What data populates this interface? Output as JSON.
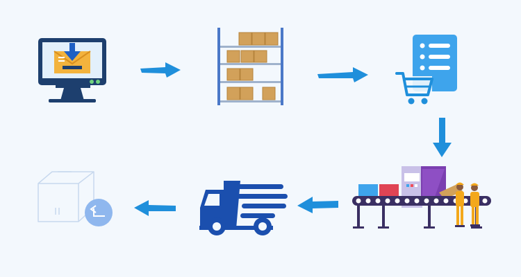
{
  "diagram": {
    "layout": "process-flow",
    "steps": [
      {
        "id": "order-received",
        "icon": "email-download-monitor-icon"
      },
      {
        "id": "warehouse-inventory",
        "icon": "warehouse-shelf-icon"
      },
      {
        "id": "order-list",
        "icon": "shopping-cart-checklist-icon"
      },
      {
        "id": "production-packing",
        "icon": "conveyor-belt-workers-icon"
      },
      {
        "id": "shipping",
        "icon": "delivery-truck-icon"
      },
      {
        "id": "return",
        "icon": "box-return-icon"
      }
    ],
    "connections": [
      {
        "from": "order-received",
        "to": "warehouse-inventory",
        "direction": "right"
      },
      {
        "from": "warehouse-inventory",
        "to": "order-list",
        "direction": "right"
      },
      {
        "from": "order-list",
        "to": "production-packing",
        "direction": "down"
      },
      {
        "from": "production-packing",
        "to": "shipping",
        "direction": "left"
      },
      {
        "from": "shipping",
        "to": "return",
        "direction": "left"
      }
    ]
  },
  "colors": {
    "background": "#f3f8fd",
    "arrow": "#1f8fdb",
    "navy": "#1d3f6e",
    "truck": "#1b4fae",
    "box": "#d2a15a",
    "clipboard": "#3ea4ec",
    "machine": "#c9c1e8",
    "worker": "#f3a81b",
    "return": "#8fb7ee"
  }
}
